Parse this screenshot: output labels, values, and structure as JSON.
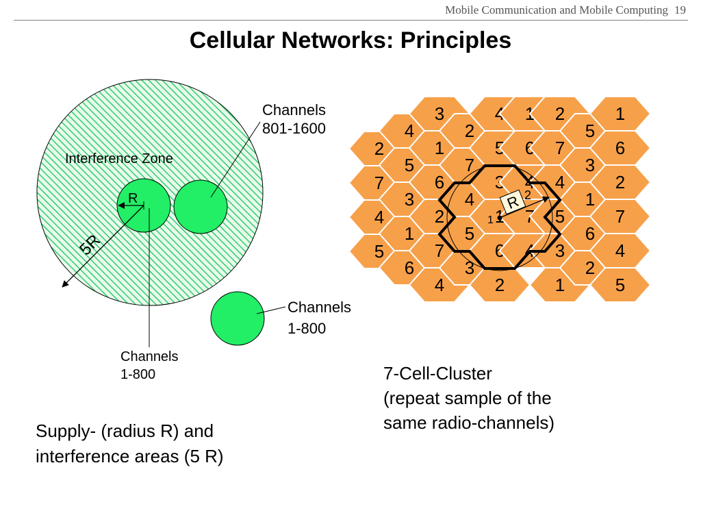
{
  "header": {
    "course": "Mobile Communication and Mobile Computing",
    "page": "19"
  },
  "title": "Cellular Networks: Principles",
  "left_diagram": {
    "interference_label": "Interference Zone",
    "radius_label": "R",
    "big_radius_label": "5R",
    "label_channels_top_line1": "Channels",
    "label_channels_top_line2": "801-1600",
    "label_channels_right_line1": "Channels",
    "label_channels_right_line2": "1-800",
    "label_channels_bottom_line1": "Channels",
    "label_channels_bottom_line2": "1-800",
    "caption_line1": "Supply- (radius R) and",
    "caption_line2": "interference areas (5 R)"
  },
  "right_diagram": {
    "r_label": "R",
    "label_1": "1",
    "label_2": "2",
    "caption_line1": "7-Cell-Cluster",
    "caption_line2": "(repeat sample of the",
    "caption_line3": "same radio-channels)",
    "columns": [
      [
        "2",
        "7",
        "4",
        "5"
      ],
      [
        "4",
        "5",
        "3",
        "1",
        "6"
      ],
      [
        "3",
        "1",
        "6",
        "2",
        "7",
        "4"
      ],
      [
        "2",
        "7",
        "4",
        "5",
        "3"
      ],
      [
        "4",
        "5",
        "3",
        "1",
        "6",
        "2"
      ],
      [
        "1",
        "6",
        "4",
        "7",
        "4"
      ],
      [
        "2",
        "7",
        "4",
        "5",
        "3",
        "1"
      ],
      [
        "5",
        "3",
        "1",
        "6",
        "2"
      ],
      [
        "1",
        "6",
        "2",
        "7",
        "4",
        "5"
      ]
    ]
  },
  "colors": {
    "hex_fill": "#F7A04A",
    "green_fill": "#22EE66",
    "zone_bg": "#E9FBEA",
    "hatch": "#2ECC71"
  }
}
